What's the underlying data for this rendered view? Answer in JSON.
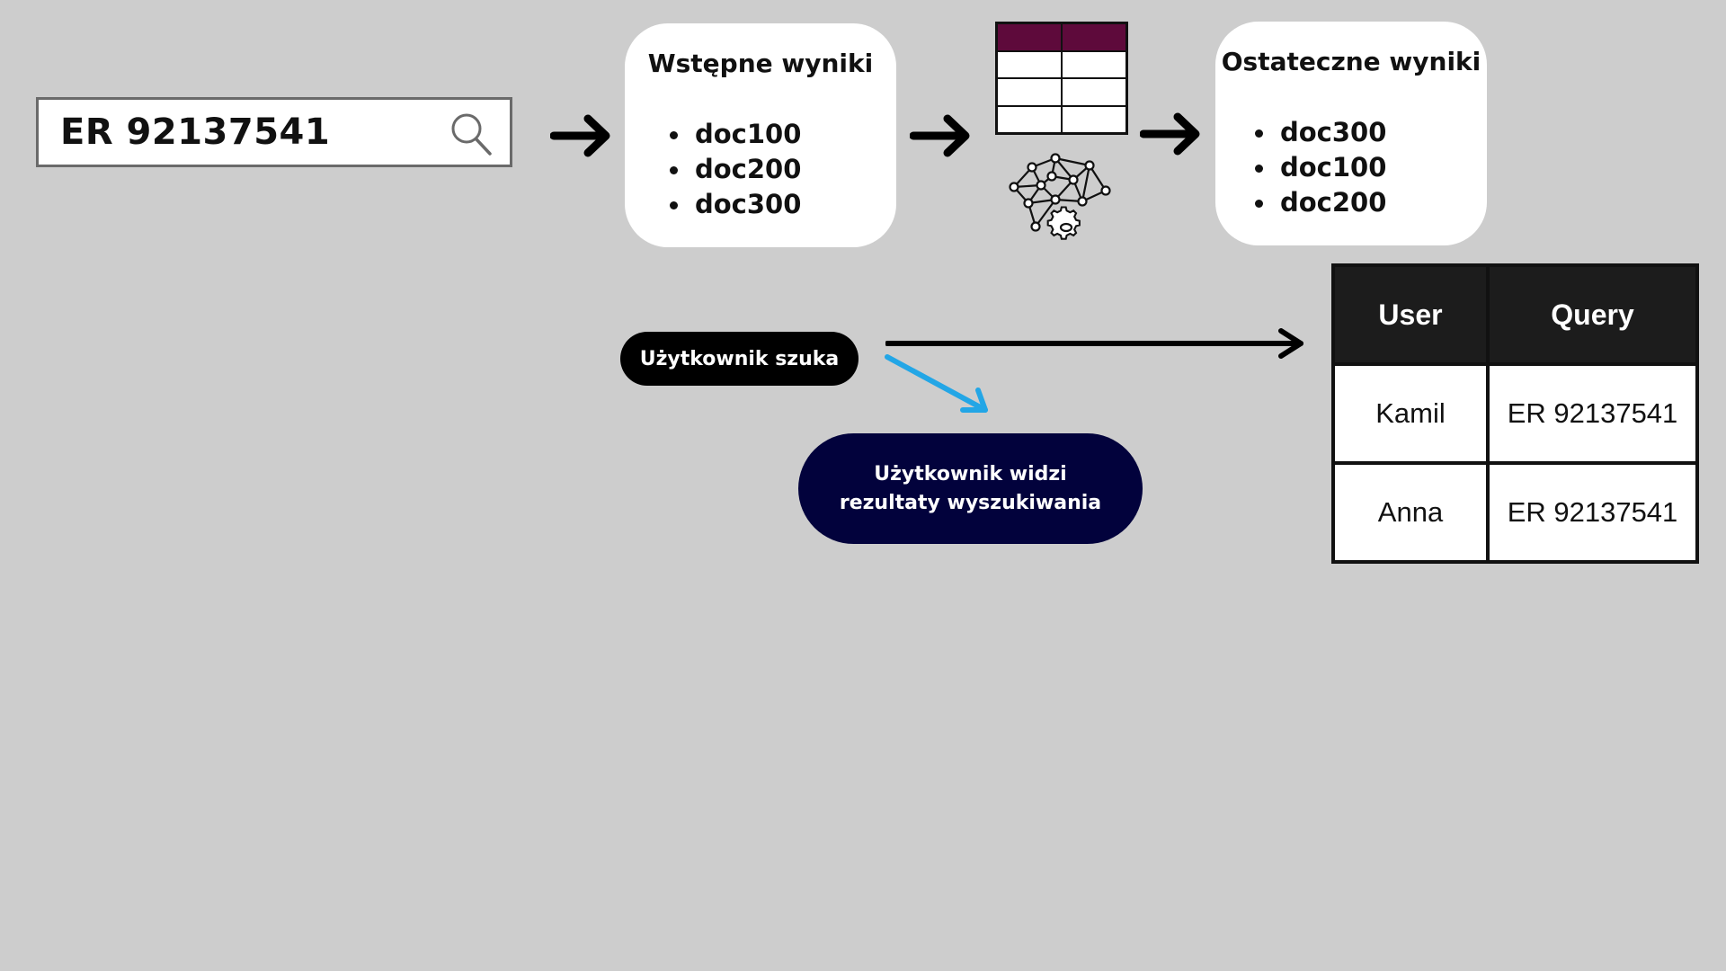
{
  "search": {
    "query": "ER 92137541"
  },
  "initial_results": {
    "title": "Wstępne wyniki",
    "items": [
      "doc100",
      "doc200",
      "doc300"
    ]
  },
  "final_results": {
    "title": "Ostateczne wyniki",
    "items": [
      "doc300",
      "doc100",
      "doc200"
    ]
  },
  "user_search_label": "Użytkownik szuka",
  "user_sees_label": "Użytkownik widzi rezultaty wyszukiwania",
  "log_table": {
    "headers": [
      "User",
      "Query"
    ],
    "rows": [
      [
        "Kamil",
        "ER 92137541"
      ],
      [
        "Anna",
        "ER 92137541"
      ]
    ]
  },
  "colors": {
    "background": "#cdcdcd",
    "mini_table_header": "#5e0a3b",
    "navy_pill": "#02023c",
    "blue_arrow": "#23a6e6"
  },
  "icons": [
    "search-icon",
    "neural-network-icon",
    "gear-icon",
    "arrow-right-icon"
  ]
}
